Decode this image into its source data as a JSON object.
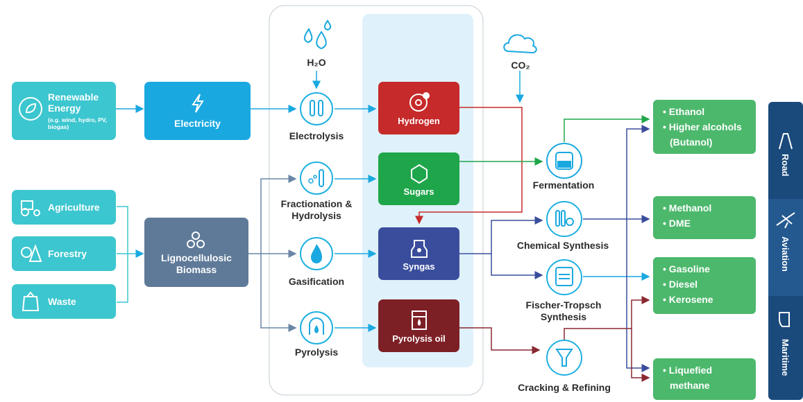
{
  "sources": {
    "renewable": {
      "title": "Renewable Energy",
      "subtitle": "(e.g. wind, hydro, PV, biogas)"
    },
    "agriculture": "Agriculture",
    "forestry": "Forestry",
    "waste": "Waste"
  },
  "intermediates": {
    "electricity": "Electricity",
    "biomass": "Lignocellulosic Biomass"
  },
  "processes": {
    "h2o": "H₂O",
    "co2": "CO₂",
    "electrolysis": "Electrolysis",
    "fractionation": "Fractionation & Hydrolysis",
    "gasification": "Gasification",
    "pyrolysis": "Pyrolysis"
  },
  "products": {
    "hydrogen": "Hydrogen",
    "sugars": "Sugars",
    "syngas": "Syngas",
    "pyrolysis_oil": "Pyrolysis oil"
  },
  "conversions": {
    "fermentation": "Fermentation",
    "chemical": "Chemical Synthesis",
    "fischer": "Fischer-Tropsch Synthesis",
    "cracking": "Cracking & Refining"
  },
  "fuels": {
    "alcohols": [
      "• Ethanol",
      "• Higher alcohols",
      "(Butanol)"
    ],
    "methanol": [
      "• Methanol",
      "• DME"
    ],
    "gasoline": [
      "• Gasoline",
      "• Diesel",
      "• Kerosene"
    ],
    "methane": [
      "• Liquefied",
      "methane"
    ]
  },
  "modes": {
    "road": "Road",
    "aviation": "Aviation",
    "maritime": "Maritime"
  },
  "colors": {
    "teal": "#3cc6cf",
    "blue": "#1aa8e0",
    "slate": "#5f7a99",
    "red": "#c62a2a",
    "green": "#1fa64a",
    "navy": "#3a4d9c",
    "maroon": "#7d2026",
    "fuel": "#4cb86c",
    "mode1": "#1a4a7c",
    "mode2": "#23598f"
  }
}
